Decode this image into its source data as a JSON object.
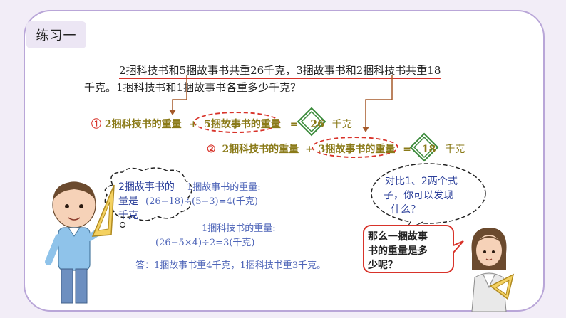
{
  "tab": {
    "label": "练习一"
  },
  "problem": {
    "part1": "2捆科技书和5捆故事书共重26千克，",
    "part2": "3捆故事书和2捆科技书共重18",
    "line2": "千克。1捆科技书和1捆故事书各重多少千克？"
  },
  "eq1": {
    "marker": "①",
    "left": "2捆科技书的重量",
    "plus": "+",
    "ellipse": "5捆故事书的重量",
    "equals": "=",
    "value": "26",
    "unit": "千克"
  },
  "eq2": {
    "marker": "②",
    "left": "2捆科技书的重量",
    "plus": "+",
    "ellipse": "3捆故事书的重量",
    "equals": "=",
    "value": "18",
    "unit": "千克"
  },
  "solution": {
    "line1": "1捆故事书的重量:",
    "line2": "(26−18)÷(5−3)=4(千克)",
    "line3": "1捆科技书的重量:",
    "line4": "(26−5×4)÷2=3(千克)"
  },
  "thought_bubble": {
    "line1": "2捆故事书的",
    "line2": "量是",
    "line3": "千克"
  },
  "answer": "答：1捆故事书重4千克，1捆科技书重3千克。",
  "speech_top": {
    "line1": "对比1、2两个式",
    "line2": "子，你可以发现",
    "line3": "什么？"
  },
  "speech_bottom": {
    "line1": "那么一捆故事",
    "line2": "书的重量是多",
    "line3": "少呢？"
  },
  "colors": {
    "red": "#d8332a",
    "olive": "#8a7a18",
    "blue": "#4d64b8",
    "green": "#3a8a3a"
  }
}
